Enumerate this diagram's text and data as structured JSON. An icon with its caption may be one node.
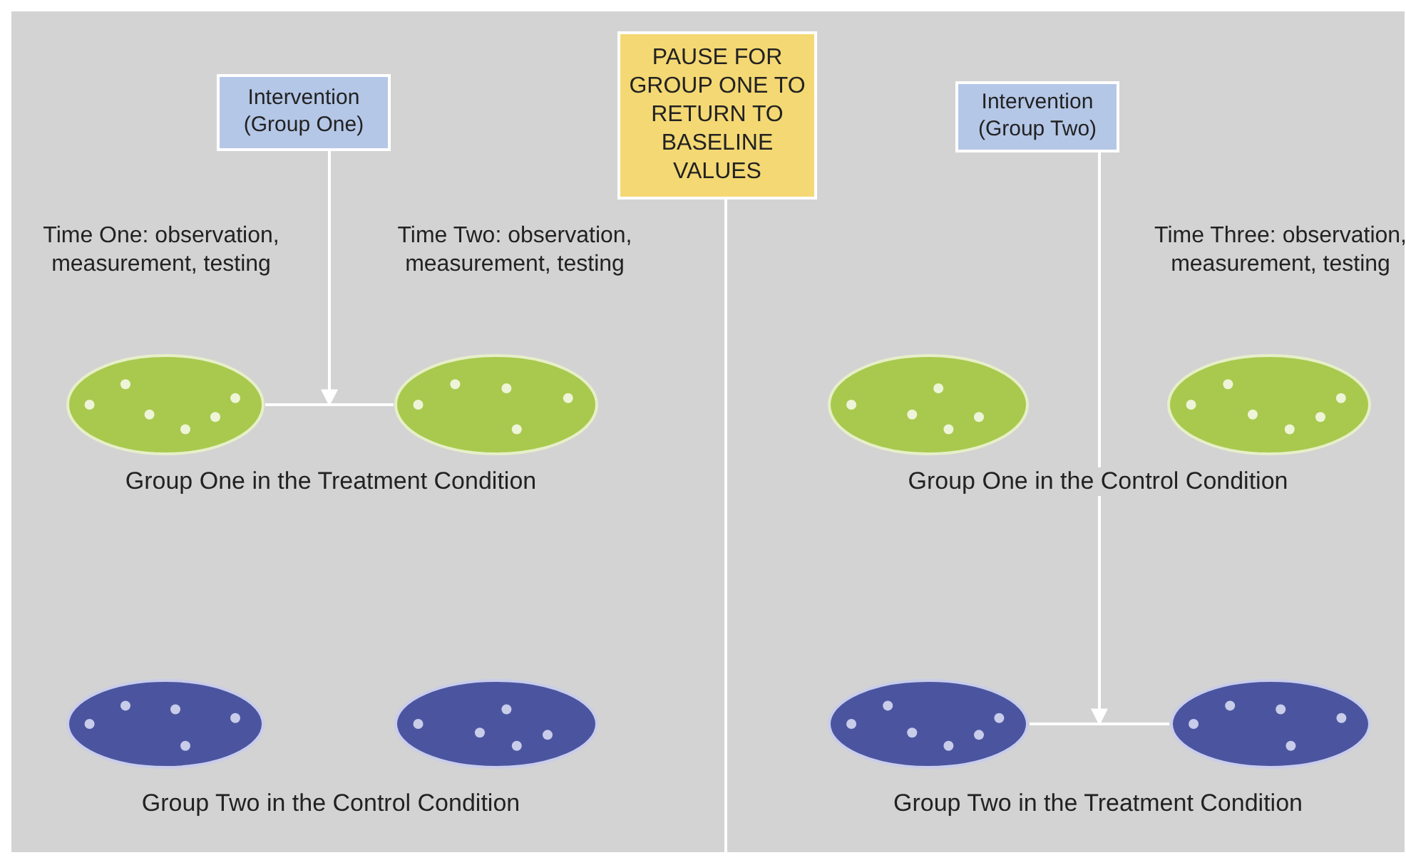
{
  "diagram": {
    "nodes": [
      {
        "text": [
          "Intervention (Group One)"
        ]
      },
      {
        "text": [
          "PAUSE FOR GROUP ONE TO RETURN TO BASELINE VALUES"
        ]
      },
      {
        "text": [
          "Intervention (Group Two)"
        ]
      },
      {
        "text": [],
        "shape": "ellipse"
      },
      {
        "text": [],
        "shape": "ellipse"
      },
      {
        "text": [],
        "shape": "ellipse"
      },
      {
        "text": [],
        "shape": "ellipse"
      },
      {
        "text": [],
        "shape": "ellipse"
      },
      {
        "text": [],
        "shape": "ellipse"
      },
      {
        "text": [],
        "shape": "ellipse"
      },
      {
        "text": [],
        "shape": "ellipse"
      }
    ],
    "edges": [
      {
        "from": 3,
        "to": 4,
        "arrow": "none"
      },
      {
        "from": 0,
        "to": null,
        "arrow": "to"
      },
      {
        "from": 1,
        "to": null,
        "arrow": "none"
      },
      {
        "from": 9,
        "to": 10,
        "arrow": "none"
      },
      {
        "from": 2,
        "to": null,
        "arrow": "to"
      }
    ],
    "labels": [
      "Time One: observation, measurement, testing",
      "Time Two: observation, measurement, testing",
      "Time Three: observation, measurement, testing",
      "Group One in the Treatment Condition",
      "Group One in the Control Condition",
      "Group Two in the Control Condition",
      "Group Two in the Treatment Condition"
    ]
  }
}
